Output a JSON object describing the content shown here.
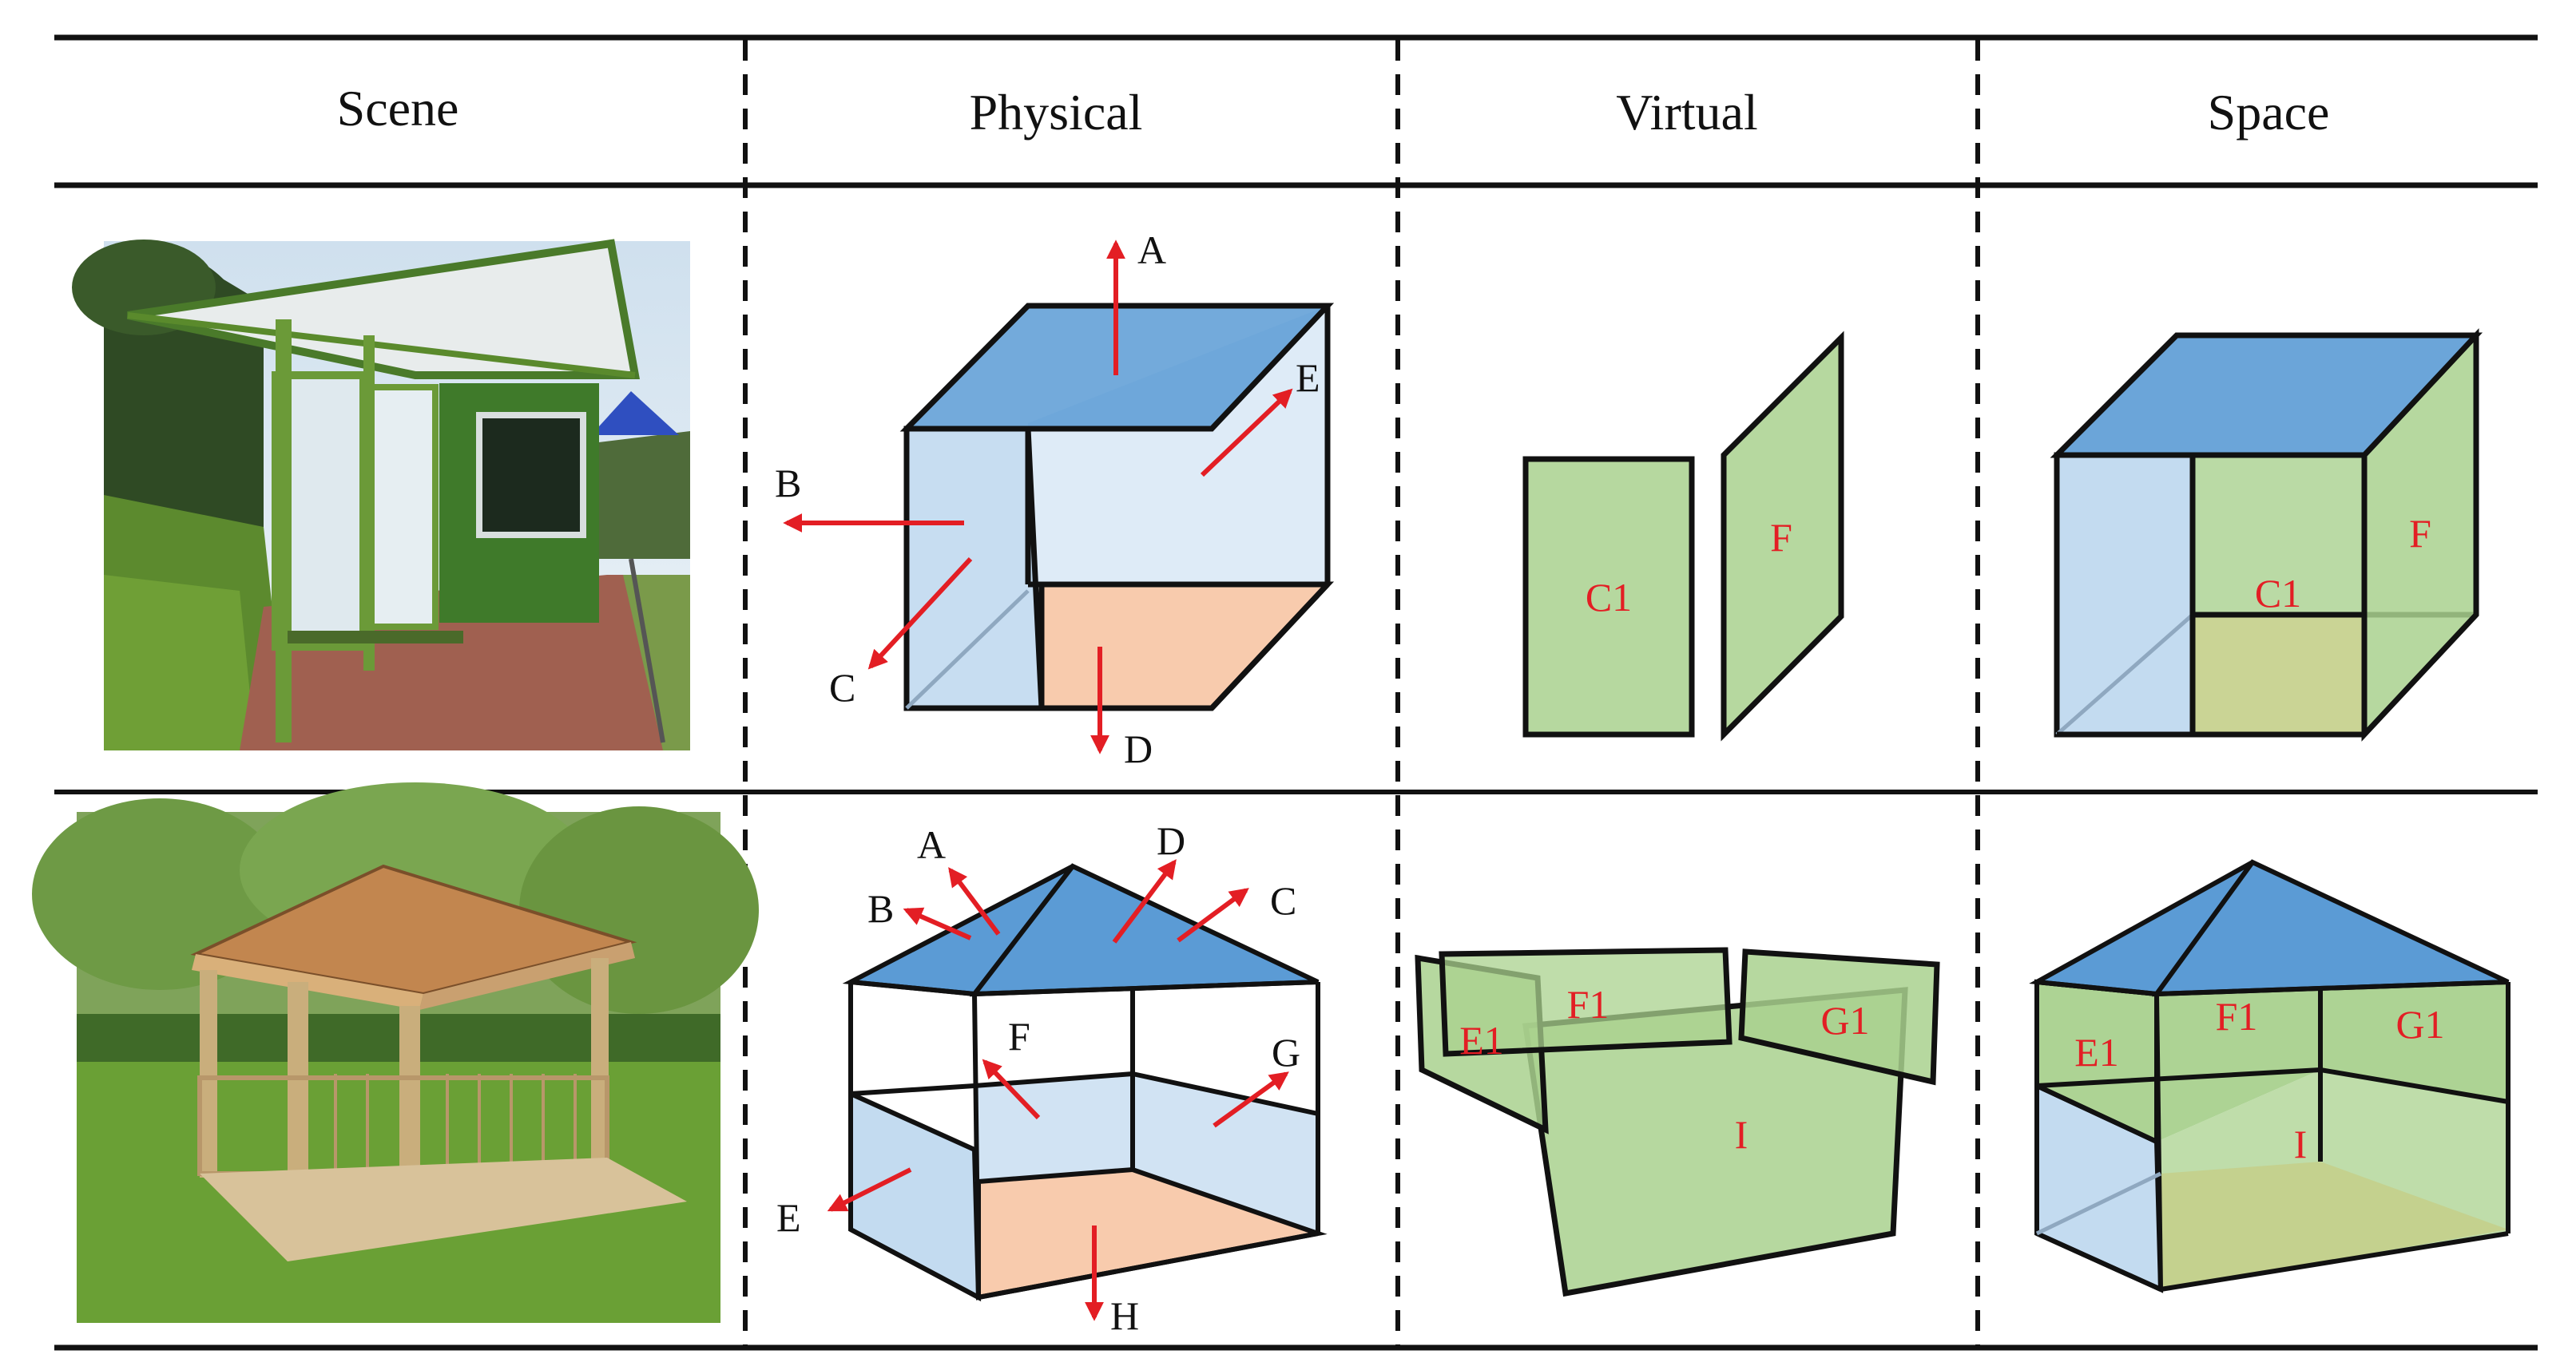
{
  "headers": [
    "Scene",
    "Physical",
    "Virtual",
    "Space"
  ],
  "rows": [
    {
      "physical_labels": {
        "A": "A",
        "B": "B",
        "C": "C",
        "D": "D",
        "E": "E"
      },
      "virtual_labels": {
        "C1": "C1",
        "F": "F"
      },
      "space_labels": {
        "C1": "C1",
        "F": "F"
      }
    },
    {
      "physical_labels": {
        "A": "A",
        "B": "B",
        "C": "C",
        "D": "D",
        "E": "E",
        "F": "F",
        "G": "G",
        "H": "H"
      },
      "virtual_labels": {
        "E1": "E1",
        "F1": "F1",
        "G1": "G1",
        "I": "I"
      },
      "space_labels": {
        "E1": "E1",
        "F1": "F1",
        "G1": "G1",
        "I": "I"
      }
    }
  ],
  "colors": {
    "roof_blue": "#5b9bd5",
    "wall_light_blue": "#bdd7ee",
    "back_wall_pale": "#deebf7",
    "floor_peach": "#f8cbad",
    "virtual_green": "#a9d18e",
    "arrow_red": "#e31e24",
    "line": "#111111"
  }
}
